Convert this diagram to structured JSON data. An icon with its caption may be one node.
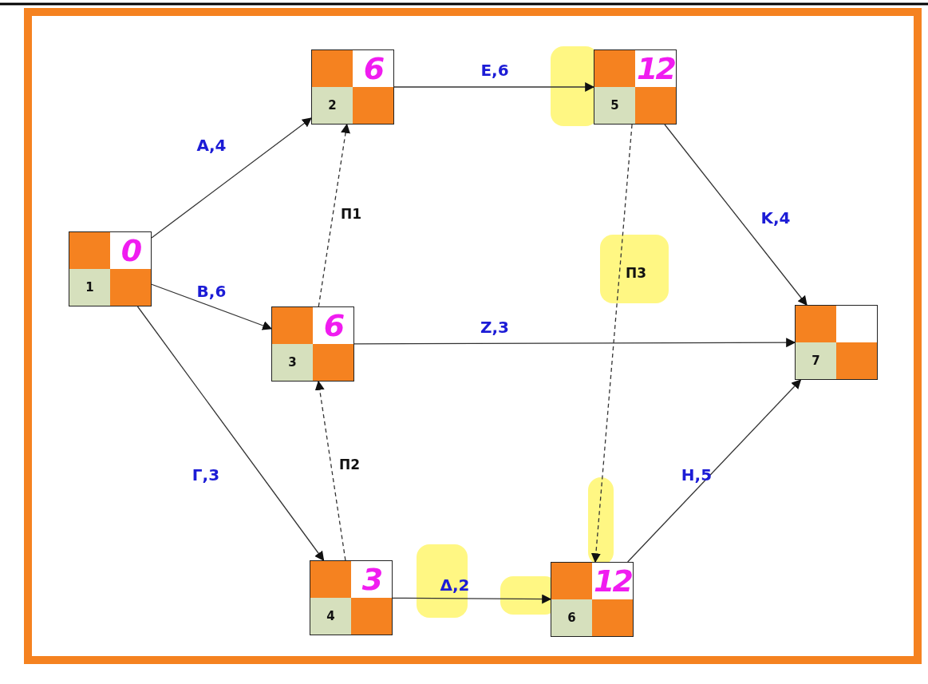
{
  "diagram": {
    "nodes": [
      {
        "text": [
          "1",
          "0"
        ]
      },
      {
        "text": [
          "2",
          "6"
        ]
      },
      {
        "text": [
          "3",
          "6"
        ]
      },
      {
        "text": [
          "4",
          "3"
        ]
      },
      {
        "text": [
          "5",
          "12"
        ]
      },
      {
        "text": [
          "6",
          "12"
        ]
      },
      {
        "text": [
          "7"
        ]
      }
    ],
    "edges": [
      {
        "from": 0,
        "to": 1,
        "arrow": "to",
        "label": "Α,4"
      },
      {
        "from": 0,
        "to": 2,
        "arrow": "to",
        "label": "Β,6"
      },
      {
        "from": 0,
        "to": 3,
        "arrow": "to",
        "label": "Γ,3"
      },
      {
        "from": 1,
        "to": 4,
        "arrow": "to",
        "label": "Ε,6"
      },
      {
        "from": 2,
        "to": 1,
        "arrow": "to",
        "label": "Π1",
        "style": "dashed"
      },
      {
        "from": 2,
        "to": 6,
        "arrow": "to",
        "label": "Ζ,3"
      },
      {
        "from": 3,
        "to": 2,
        "arrow": "to",
        "label": "Π2",
        "style": "dashed"
      },
      {
        "from": 3,
        "to": 5,
        "arrow": "to",
        "label": "Δ,2"
      },
      {
        "from": 4,
        "to": 6,
        "arrow": "to",
        "label": "Κ,4"
      },
      {
        "from": 4,
        "to": 5,
        "arrow": "to",
        "label": "Π3",
        "style": "dashed"
      },
      {
        "from": 5,
        "to": 6,
        "arrow": "to",
        "label": "Η,5"
      }
    ]
  }
}
